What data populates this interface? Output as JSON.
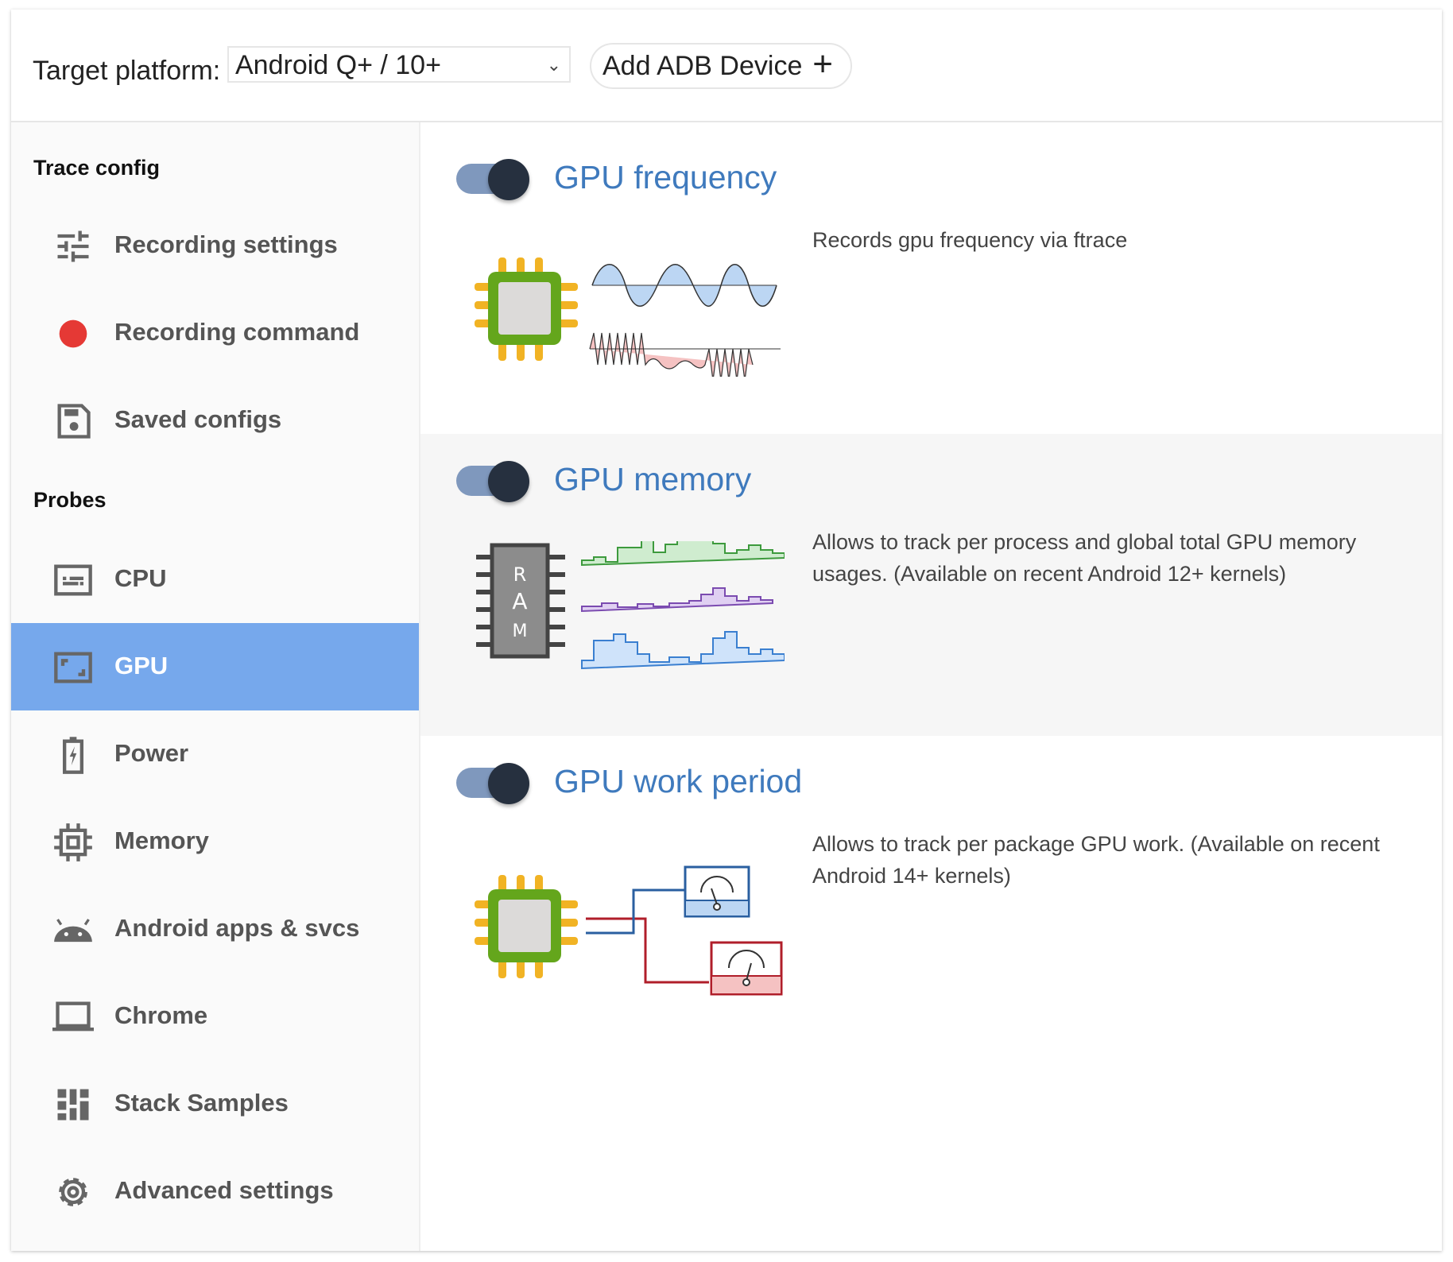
{
  "header": {
    "target_platform_label": "Target platform:",
    "platform_selected": "Android Q+ / 10+",
    "add_adb_label": "Add ADB Device",
    "add_icon": "plus-icon"
  },
  "sidebar": {
    "trace_config_title": "Trace config",
    "trace_items": [
      {
        "label": "Recording settings",
        "icon": "sliders-icon"
      },
      {
        "label": "Recording command",
        "icon": "record-dot-icon"
      },
      {
        "label": "Saved configs",
        "icon": "save-icon"
      }
    ],
    "probes_title": "Probes",
    "probe_items": [
      {
        "label": "CPU",
        "icon": "cpu-icon"
      },
      {
        "label": "GPU",
        "icon": "gpu-icon",
        "active": true
      },
      {
        "label": "Power",
        "icon": "battery-icon"
      },
      {
        "label": "Memory",
        "icon": "memory-chip-icon"
      },
      {
        "label": "Android apps & svcs",
        "icon": "android-icon"
      },
      {
        "label": "Chrome",
        "icon": "laptop-icon"
      },
      {
        "label": "Stack Samples",
        "icon": "grid-icon"
      },
      {
        "label": "Advanced settings",
        "icon": "gear-icon"
      }
    ]
  },
  "probes": [
    {
      "title": "GPU frequency",
      "enabled": true,
      "description": "Records gpu frequency via ftrace"
    },
    {
      "title": "GPU memory",
      "enabled": true,
      "description": "Allows to track per process and global total GPU memory usages. (Available on recent Android 12+ kernels)"
    },
    {
      "title": "GPU work period",
      "enabled": true,
      "description": "Allows to track per package GPU work. (Available on recent Android 14+ kernels)"
    }
  ],
  "colors": {
    "accent": "#3f7abd",
    "active_bg": "#76a8ec",
    "toggle_knob": "#26303f",
    "toggle_track": "#7f98bd",
    "record": "#e53935"
  }
}
